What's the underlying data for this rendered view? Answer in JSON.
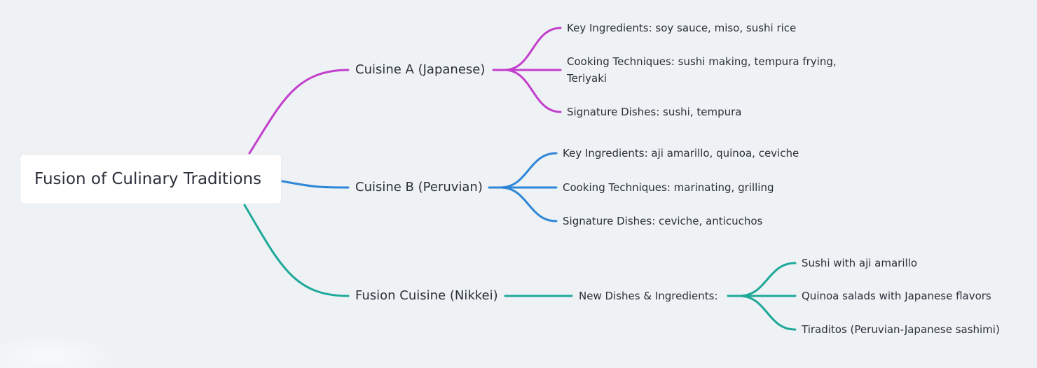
{
  "root": {
    "label": "Fusion of Culinary Traditions"
  },
  "branches": [
    {
      "label": "Cuisine A (Japanese)",
      "color": "#c23fcc",
      "children": [
        "Key Ingredients: soy sauce, miso, sushi rice",
        "Cooking Techniques: sushi making, tempura frying,",
        "Teriyaki",
        "Signature Dishes: sushi, tempura"
      ]
    },
    {
      "label": "Cuisine B (Peruvian)",
      "color": "#2e86d6",
      "children": [
        "Key Ingredients: aji amarillo, quinoa, ceviche",
        "Cooking Techniques: marinating, grilling",
        "Signature Dishes: ceviche, anticuchos"
      ]
    },
    {
      "label": "Fusion Cuisine (Nikkei)",
      "color": "#1fa99a",
      "sub": {
        "label": "New Dishes & Ingredients:",
        "children": [
          "Sushi with aji amarillo",
          "Quinoa salads with Japanese flavors",
          "Tiraditos (Peruvian-Japanese sashimi)"
        ]
      }
    }
  ]
}
